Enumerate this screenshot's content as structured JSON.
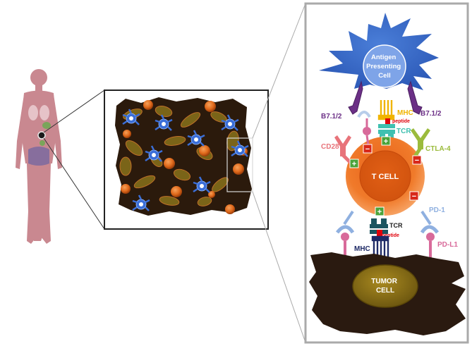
{
  "labels": {
    "apc": [
      "Antigen",
      "Presenting",
      "Cell"
    ],
    "t_cell": "T CELL",
    "tumor": [
      "TUMOR",
      "CELL"
    ],
    "b7_left": "B7.1/2",
    "b7_right": "B7.1/2",
    "mhc_top": "MHC",
    "peptide_top": "peptide",
    "tcr_top": "TCR",
    "cd28": "CD28",
    "ctla4": "CTLA-4",
    "pd1": "PD-1",
    "tcr_bottom": "TCR",
    "peptide_bottom": "peptide",
    "mhc_bottom": "MHC",
    "pdl1": "PD-L1"
  },
  "signals": {
    "plus": "+",
    "minus": "−"
  },
  "colors": {
    "apc": "#3e6fcf",
    "t_cell": "#f07a2a",
    "tumor": "#2a1a10",
    "tumor_nucleus": "#8a7016",
    "mhc_top": "#f0b400",
    "peptide": "#e0000a",
    "tcr_top": "#3fc0b0",
    "b7": "#6b2f86",
    "cd28": "#e8737a",
    "ctla4": "#9bbb3c",
    "pd1": "#8fb0e0",
    "pdl1": "#d86a9a",
    "tcr_bottom": "#1c5560",
    "mhc_bottom": "#1e2a66",
    "body": "#c98890",
    "plus": "#4aa33a",
    "minus": "#d8281a"
  }
}
